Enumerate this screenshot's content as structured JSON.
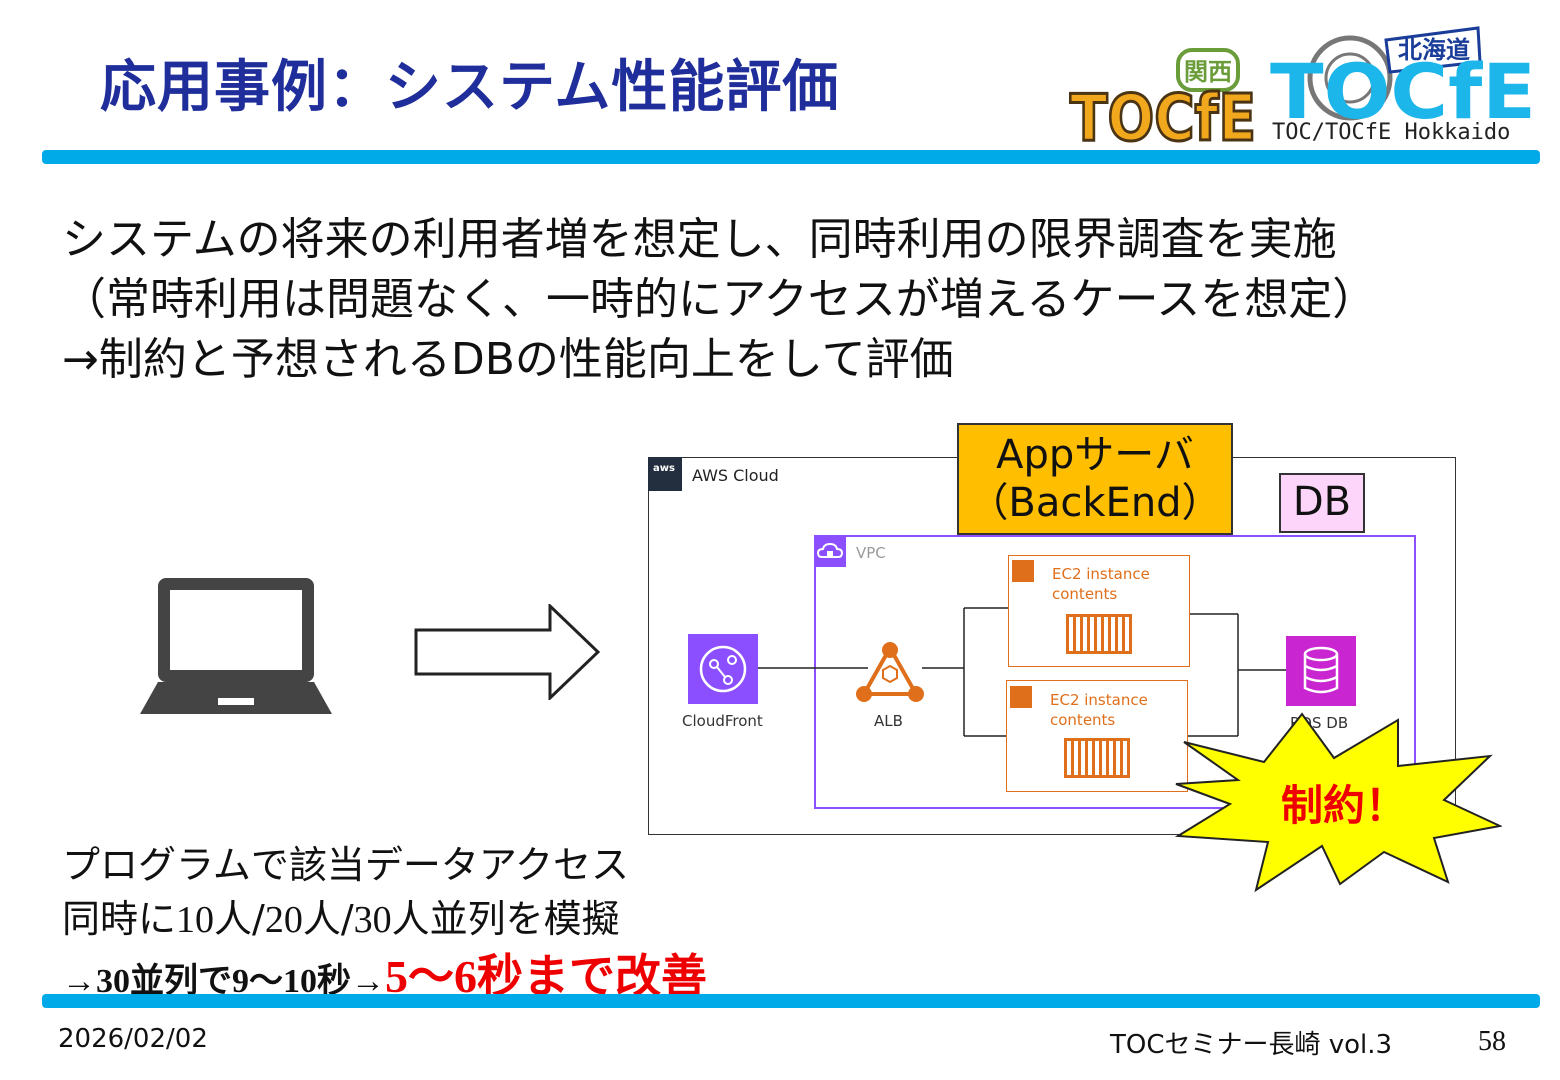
{
  "title": "応用事例：システム性能評価",
  "logos": {
    "kansai_badge": "関西",
    "kansai_logo_text": "TOCfE",
    "hokkaido_badge": "北海道",
    "hokkaido_logo_text": "TOCfE",
    "hokkaido_caption": "TOC/TOCfE Hokkaido"
  },
  "main_text": {
    "line1": "システムの将来の利用者増を想定し、同時利用の限界調査を実施",
    "line2": "（常時利用は問題なく、一時的にアクセスが増えるケースを想定）",
    "line3": "→制約と予想されるDBの性能向上をして評価"
  },
  "diagram": {
    "aws_logo": "aws",
    "aws_cloud_label": "AWS Cloud",
    "vpc_label": "VPC",
    "cloudfront_label": "CloudFront",
    "alb_label": "ALB",
    "ec2_1": {
      "line1": "EC2 instance",
      "line2": "contents"
    },
    "ec2_2": {
      "line1": "EC2 instance",
      "line2": "contents"
    },
    "rds_label": "RDS DB",
    "app_server": {
      "line1": "Appサーバ",
      "line2": "（BackEnd）"
    },
    "db_label": "DB",
    "constraint_label": "制約！"
  },
  "lower": {
    "line1": "プログラムで該当データアクセス",
    "line2_a": "同時に",
    "line2_b": "10",
    "line2_c": "人/",
    "line2_d": "20",
    "line2_e": "人/",
    "line2_f": "30",
    "line2_g": "人並列を模擬",
    "conclusion_prefix": "→30並列で9〜10秒→",
    "conclusion_highlight": "5〜6秒まで改善"
  },
  "footer": {
    "date": "2026/02/02",
    "event": "TOCセミナー長崎 vol.3",
    "page": "58"
  },
  "colors": {
    "title": "#1f2e9a",
    "bar": "#00a9e8",
    "app_server_fill": "#ffbe00",
    "db_fill": "#fed5fa",
    "aws_orange": "#e06f1b",
    "vpc_purple": "#8c4fff",
    "constraint_fill": "#ffff00",
    "improvement_red": "#ee0000"
  }
}
